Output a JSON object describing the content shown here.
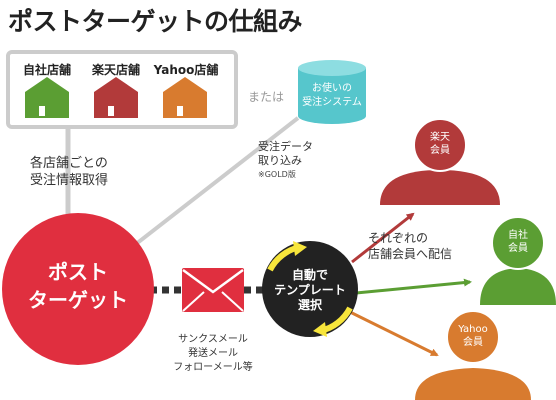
{
  "title": "ポストターゲットの仕組み",
  "stores": [
    {
      "label": "自社店舗",
      "color": "#5b9e33"
    },
    {
      "label": "楽天店舗",
      "color": "#b23a3a"
    },
    {
      "label": "Yahoo店舗",
      "color": "#d87b2f"
    }
  ],
  "or_text": "または",
  "order_system": {
    "line1": "お使いの",
    "line2": "受注システム",
    "color": "#56c6cc"
  },
  "order_import": {
    "line1": "受注データ",
    "line2": "取り込み",
    "note": "※GOLD版"
  },
  "store_info": {
    "line1": "各店舗ごとの",
    "line2": "受注情報取得"
  },
  "main_circle": {
    "line1": "ポスト",
    "line2": "ターゲット",
    "color": "#e02f3f"
  },
  "mail_types": {
    "line1": "サンクスメール",
    "line2": "発送メール",
    "line3": "フォローメール等"
  },
  "auto_select": {
    "line1": "自動で",
    "line2": "テンプレート",
    "line3": "選択"
  },
  "deliver": {
    "line1": "それぞれの",
    "line2": "店舗会員へ配信"
  },
  "members": [
    {
      "line1": "楽天",
      "line2": "会員",
      "color": "#b23a3a"
    },
    {
      "line1": "自社",
      "line2": "会員",
      "color": "#5b9e33"
    },
    {
      "line1": "Yahoo",
      "line2": "会員",
      "color": "#d87b2f"
    }
  ],
  "colors": {
    "accent_red": "#e02f3f",
    "dark": "#222222",
    "connector_gray": "#cccccc",
    "highlight_yellow": "#f7e53b"
  }
}
